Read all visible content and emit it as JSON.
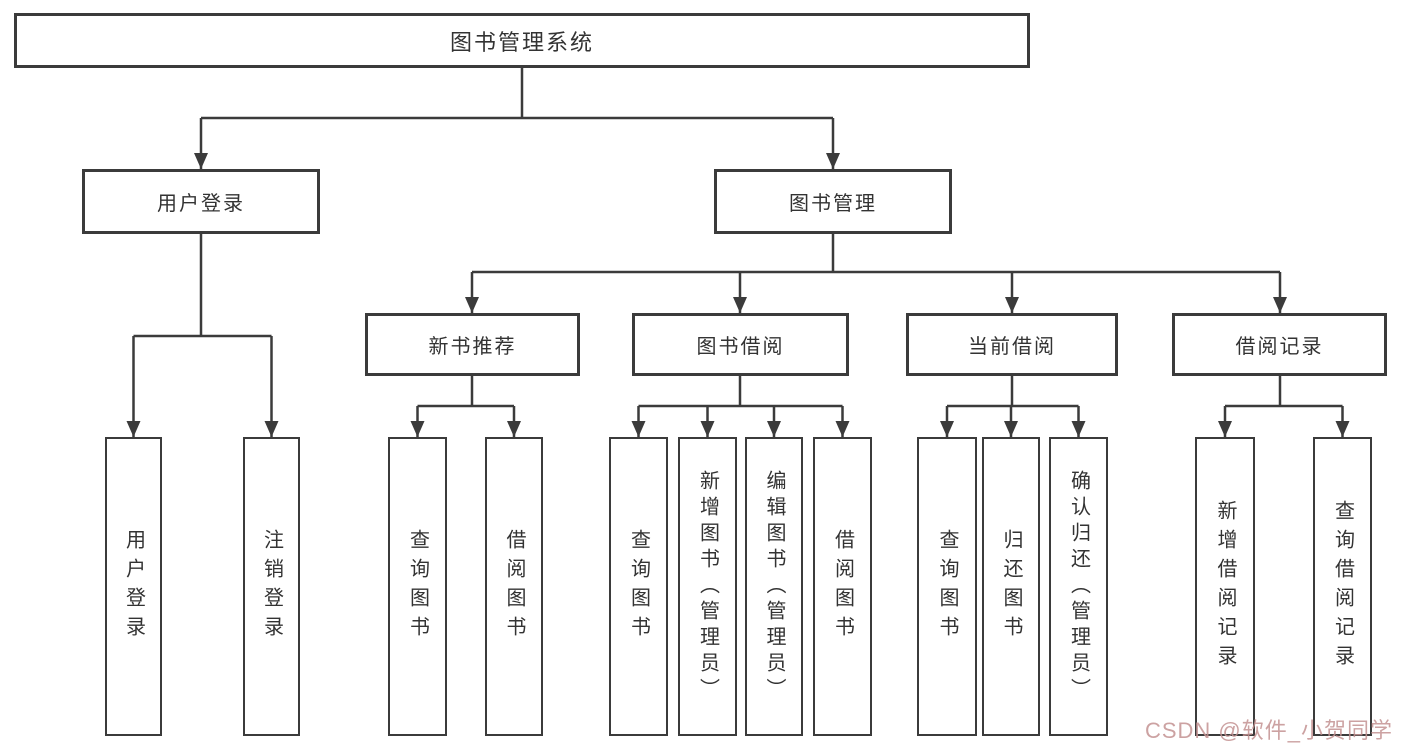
{
  "diagram_title": "图书管理系统",
  "colors": {
    "background": "#ffffff",
    "line": "#3b3b3b",
    "box_border": "#3b3b3b",
    "text": "#333333",
    "watermark": "#c49292"
  },
  "nodes": {
    "root": {
      "label": "图书管理系统"
    },
    "level1": [
      {
        "id": "user-login",
        "label": "用户登录"
      },
      {
        "id": "book-management",
        "label": "图书管理"
      }
    ],
    "level2": [
      {
        "id": "new-book-recommend",
        "label": "新书推荐",
        "parent": "book-management"
      },
      {
        "id": "book-borrow",
        "label": "图书借阅",
        "parent": "book-management"
      },
      {
        "id": "current-borrow",
        "label": "当前借阅",
        "parent": "book-management"
      },
      {
        "id": "borrow-records",
        "label": "借阅记录",
        "parent": "book-management"
      }
    ],
    "leaves": [
      {
        "id": "user-login-leaf",
        "label": "用户登录",
        "parent": "user-login"
      },
      {
        "id": "logout-leaf",
        "label": "注销登录",
        "parent": "user-login"
      },
      {
        "id": "query-books-recommend",
        "label": "查询图书",
        "parent": "new-book-recommend"
      },
      {
        "id": "borrow-book-recommend",
        "label": "借阅图书",
        "parent": "new-book-recommend"
      },
      {
        "id": "query-books-borrow",
        "label": "查询图书",
        "parent": "book-borrow"
      },
      {
        "id": "add-book-admin",
        "label": "新增图书（管理员）",
        "parent": "book-borrow"
      },
      {
        "id": "edit-book-admin",
        "label": "编辑图书（管理员）",
        "parent": "book-borrow"
      },
      {
        "id": "borrow-book",
        "label": "借阅图书",
        "parent": "book-borrow"
      },
      {
        "id": "query-books-current",
        "label": "查询图书",
        "parent": "current-borrow"
      },
      {
        "id": "return-book",
        "label": "归还图书",
        "parent": "current-borrow"
      },
      {
        "id": "confirm-return-admin",
        "label": "确认归还（管理员）",
        "parent": "current-borrow"
      },
      {
        "id": "add-borrow-record",
        "label": "新增借阅记录",
        "parent": "borrow-records"
      },
      {
        "id": "query-borrow-record",
        "label": "查询借阅记录",
        "parent": "borrow-records"
      }
    ]
  },
  "watermark": {
    "text": "CSDN @软件_小贺同学"
  }
}
